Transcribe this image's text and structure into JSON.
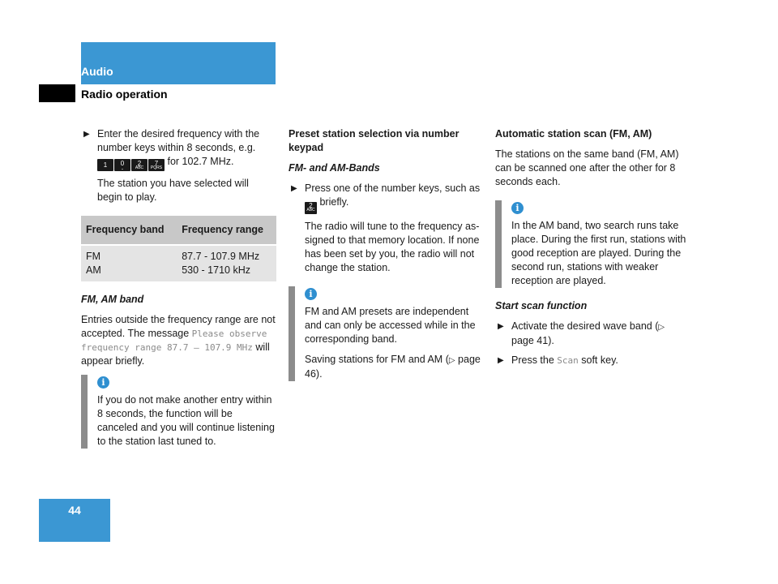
{
  "header": {
    "section": "Audio",
    "subsection": "Radio operation"
  },
  "page_number": "44",
  "col1": {
    "step1": {
      "text_before": "Enter the desired frequency with the number keys within 8 seconds, e.g.",
      "keys": [
        {
          "num": "1",
          "sub": ""
        },
        {
          "num": "0",
          "sub": "⎵"
        },
        {
          "num": "2",
          "sub": "ABC"
        },
        {
          "num": "7",
          "sub": "PQRS"
        }
      ],
      "text_after": " for 102.7 MHz."
    },
    "step1_result": "The station you have selected will begin to play.",
    "table": {
      "headers": [
        "Frequency band",
        "Frequency range"
      ],
      "rows": [
        {
          "band": "FM",
          "range": "87.7 - 107.9 MHz"
        },
        {
          "band": "AM",
          "range": "530 - 1710 kHz"
        }
      ]
    },
    "subheading": "FM, AM band",
    "para_before": "Entries outside the frequency range are not accepted. The message ",
    "para_mono": "Please observe frequency range 87.7 – 107.9 MHz",
    "para_after": " will appear briefly.",
    "info": "If you do not make another entry within 8 seconds, the function will be canceled and you will continue listening to the station last tuned to."
  },
  "col2": {
    "heading": "Preset station selection via number keypad",
    "subheading": "FM- and AM-Bands",
    "step_before": "Press one of the number keys, such as",
    "step_key": {
      "num": "2",
      "sub": "ABC"
    },
    "step_after": " briefly.",
    "result": "The radio will tune to the frequency as-signed to that memory location. If none has been set by you, the radio will not change the station.",
    "info_p1": "FM and AM presets are independent and can only be accessed while in the corresponding band.",
    "info_p2_before": "Saving stations for FM and AM (",
    "info_p2_ref": "page 46",
    "info_p2_after": ")."
  },
  "col3": {
    "heading": "Automatic station scan (FM, AM)",
    "para": "The stations on the same band (FM, AM) can be scanned one after the other for 8 seconds each.",
    "info": "In the AM band, two search runs take place. During the first run, stations with good reception are played. During the second run, stations with weaker reception are played.",
    "subheading": "Start scan function",
    "step1_before": "Activate the desired wave band (",
    "step1_ref": "page 41",
    "step1_after": ").",
    "step2_before": "Press the ",
    "step2_mono": "Scan",
    "step2_after": " soft key."
  },
  "icons": {
    "step_arrow": "arrow-right-icon",
    "info": "info-icon",
    "page_ref": "triangle-right-icon"
  }
}
